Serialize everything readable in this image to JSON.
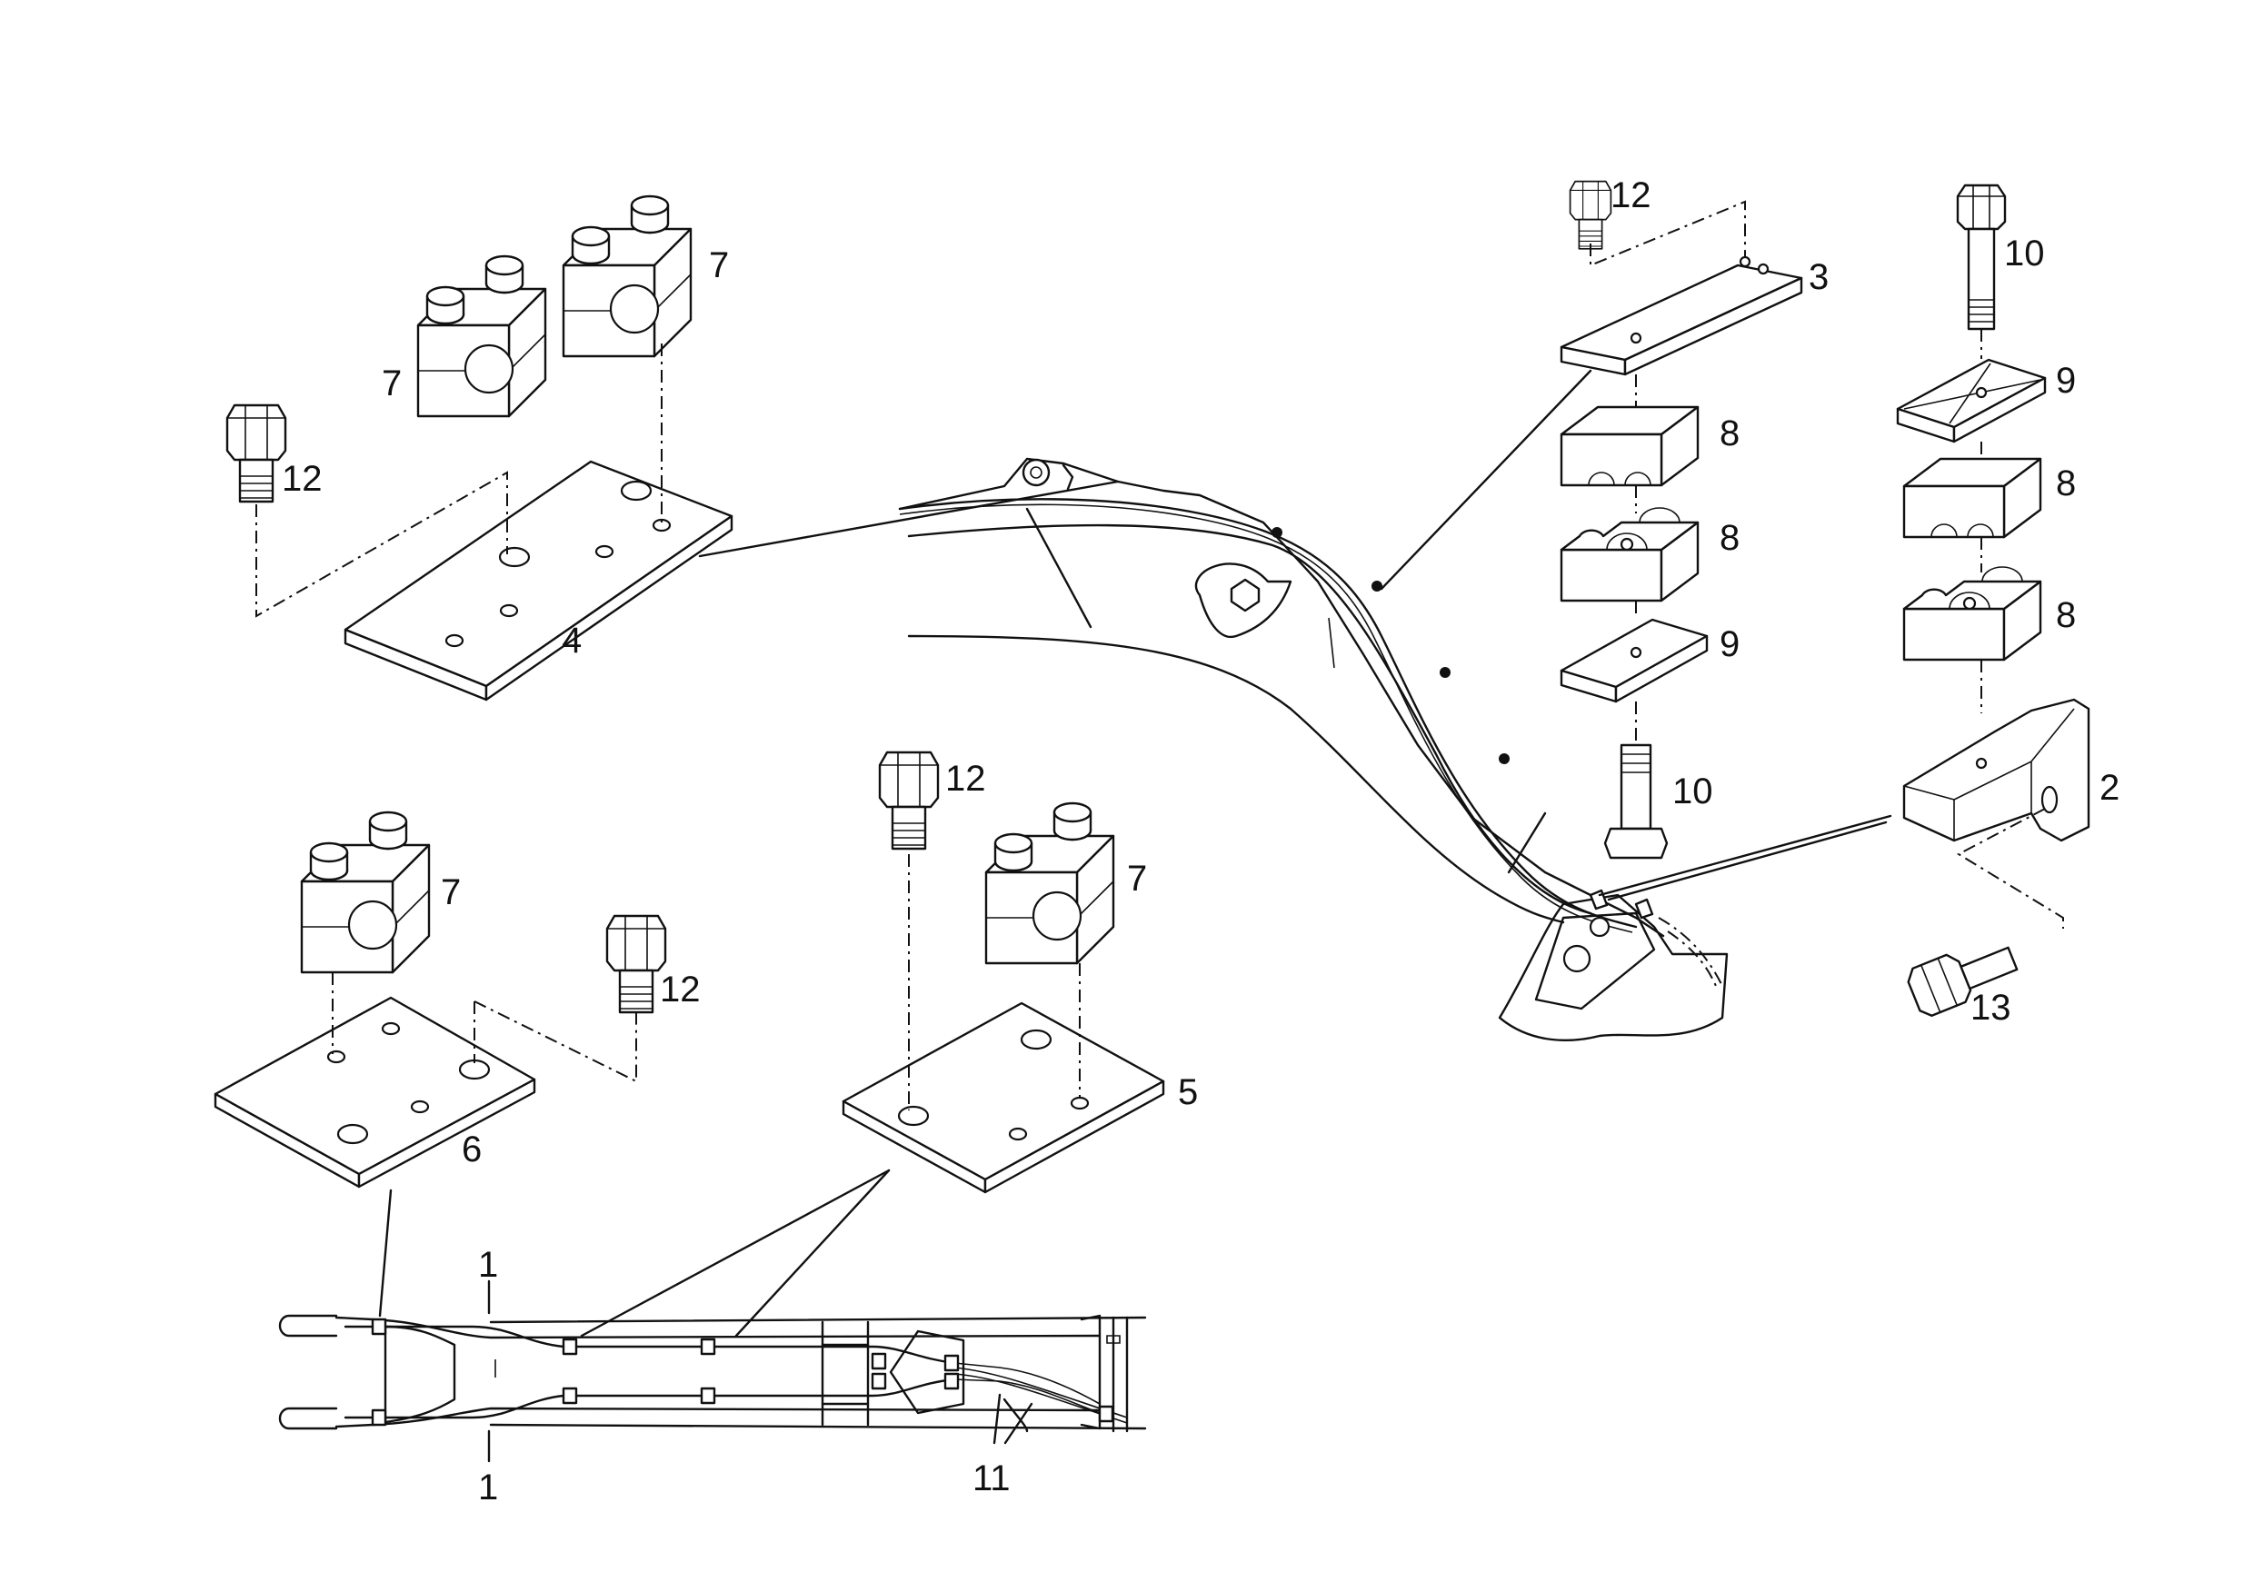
{
  "callouts": {
    "cable_rod": "1",
    "bracket": "2",
    "top_plate": "3",
    "plate_boom": "4",
    "plate_front": "5",
    "plate_rear": "6",
    "clamp_block": "7",
    "clamp_half": "8",
    "cover_plate": "9",
    "long_bolt": "10",
    "cable": "11",
    "bolt": "12",
    "short_bolt": "13"
  }
}
